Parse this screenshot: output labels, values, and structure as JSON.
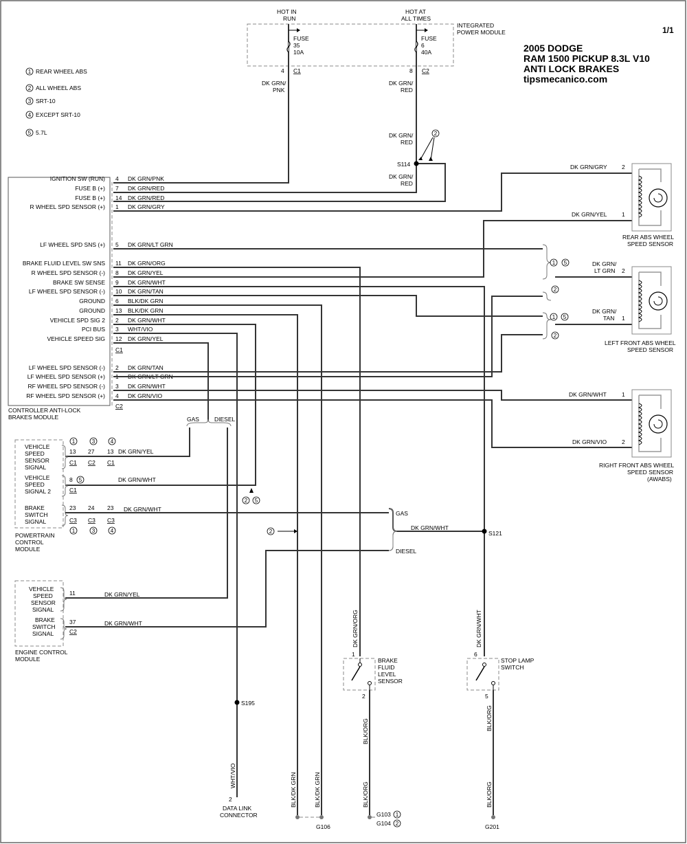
{
  "page_number": "1/1",
  "header": {
    "line1": "2005 DODGE",
    "line2": "RAM 1500 PICKUP 8.3L V10",
    "line3": "ANTI LOCK BRAKES",
    "site": "tipsmecanico.com"
  },
  "notes": [
    {
      "num": "1",
      "text": "REAR WHEEL ABS"
    },
    {
      "num": "2",
      "text": "ALL WHEEL ABS"
    },
    {
      "num": "3",
      "text": "SRT-10"
    },
    {
      "num": "4",
      "text": "EXCEPT SRT-10"
    },
    {
      "num": "5",
      "text": "5.7L"
    }
  ],
  "power": {
    "hot_run": [
      "HOT IN",
      "RUN"
    ],
    "hot_always": [
      "HOT AT",
      "ALL TIMES"
    ],
    "module": [
      "INTEGRATED",
      "POWER MODULE"
    ],
    "fuse35": [
      "FUSE",
      "35",
      "10A"
    ],
    "fuse6": [
      "FUSE",
      "6",
      "40A"
    ],
    "pin_left": "4",
    "conn_left": "C1",
    "pin_right": "8",
    "conn_right": "C2",
    "wire_left": [
      "DK GRN/",
      "PNK"
    ],
    "wire_right": [
      "DK GRN/",
      "RED"
    ],
    "wire_right2": [
      "DK GRN/",
      "RED"
    ],
    "wire_right3": [
      "DK GRN/",
      "RED"
    ],
    "splice_s114": "S114",
    "note2": "2"
  },
  "cab": {
    "name": [
      "CONTROLLER ANTI-LOCK",
      "BRAKES MODULE"
    ],
    "c1_pins": [
      {
        "label": "IGNITION SW (RUN)",
        "pin": "4",
        "wire": "DK GRN/PNK"
      },
      {
        "label": "FUSE B (+)",
        "pin": "7",
        "wire": "DK GRN/RED"
      },
      {
        "label": "FUSE B (+)",
        "pin": "14",
        "wire": "DK GRN/RED"
      },
      {
        "label": "R WHEEL SPD SENSOR (+)",
        "pin": "1",
        "wire": "DK GRN/GRY"
      },
      {
        "label": "LF WHEEL SPD SNS (+)",
        "pin": "5",
        "wire": "DK GRN/LT GRN"
      },
      {
        "label": "BRAKE FLUID LEVEL SW SNS",
        "pin": "11",
        "wire": "DK GRN/ORG"
      },
      {
        "label": "R WHEEL SPD SENSOR (-)",
        "pin": "8",
        "wire": "DK GRN/YEL"
      },
      {
        "label": "BRAKE SW SENSE",
        "pin": "9",
        "wire": "DK GRN/WHT"
      },
      {
        "label": "LF WHEEL SPD SENSOR (-)",
        "pin": "10",
        "wire": "DK GRN/TAN"
      },
      {
        "label": "GROUND",
        "pin": "6",
        "wire": "BLK/DK GRN"
      },
      {
        "label": "GROUND",
        "pin": "13",
        "wire": "BLK/DK GRN"
      },
      {
        "label": "VEHICLE SPD SIG 2",
        "pin": "2",
        "wire": "DK GRN/WHT"
      },
      {
        "label": "PCI BUS",
        "pin": "3",
        "wire": "WHT/VIO"
      },
      {
        "label": "VEHICLE SPEED SIG",
        "pin": "12",
        "wire": "DK GRN/YEL"
      }
    ],
    "c1_label": "C1",
    "c2_pins": [
      {
        "label": "LF WHEEL SPD SENSOR (-)",
        "pin": "2",
        "wire": "DK GRN/TAN"
      },
      {
        "label": "LF WHEEL SPD SENSOR (+)",
        "pin": "1",
        "wire": "DK GRN/LT GRN"
      },
      {
        "label": "RF WHEEL SPD SENSOR (-)",
        "pin": "3",
        "wire": "DK GRN/WHT"
      },
      {
        "label": "RF WHEEL SPD SENSOR (+)",
        "pin": "4",
        "wire": "DK GRN/VIO"
      }
    ],
    "c2_label": "C2"
  },
  "rear_sensor": {
    "name": [
      "REAR ABS WHEEL",
      "SPEED SENSOR"
    ],
    "pin2_wire": "DK GRN/GRY",
    "pin2": "2",
    "pin1_wire": "DK GRN/YEL",
    "pin1": "1"
  },
  "lf_sensor": {
    "name": [
      "LEFT FRONT ABS WHEEL",
      "SPEED SENSOR"
    ],
    "pin2_wire": [
      "DK GRN/",
      "LT GRN"
    ],
    "pin2": "2",
    "pin1_wire": [
      "DK GRN/",
      "TAN"
    ],
    "pin1": "1",
    "opt_a": [
      "1",
      "5"
    ],
    "opt_b": "2",
    "opt_c": [
      "1",
      "5"
    ],
    "opt_d": "2"
  },
  "rf_sensor": {
    "name": [
      "RIGHT FRONT ABS WHEEL",
      "SPEED SENSOR",
      "(AWABS)"
    ],
    "pin1_wire": "DK GRN/WHT",
    "pin1": "1",
    "pin2_wire": "DK GRN/VIO",
    "pin2": "2"
  },
  "gas_diesel": {
    "gas": "GAS",
    "diesel": "DIESEL"
  },
  "pcm": {
    "name": [
      "POWERTRAIN",
      "CONTROL",
      "MODULE"
    ],
    "top_opts": [
      "1",
      "3",
      "4"
    ],
    "bottom_opts": [
      "1",
      "3",
      "4"
    ],
    "vss": {
      "label": [
        "VEHICLE",
        "SPEED",
        "SENSOR",
        "SIGNAL"
      ],
      "pins": [
        "13",
        "27",
        "13"
      ],
      "conns": [
        "C1",
        "C2",
        "C1"
      ],
      "wire": "DK GRN/YEL"
    },
    "vss2": {
      "label": [
        "VEHICLE",
        "SPEED",
        "SIGNAL 2"
      ],
      "pin": "8",
      "opt": "5",
      "conn": "C1",
      "wire": "DK GRN/WHT"
    },
    "brake": {
      "label": [
        "BRAKE",
        "SWITCH",
        "SIGNAL"
      ],
      "pins": [
        "23",
        "24",
        "23"
      ],
      "conns": [
        "C3",
        "C3",
        "C3"
      ],
      "wire": "DK GRN/WHT"
    },
    "opt_below": [
      "2",
      "5"
    ]
  },
  "ecm": {
    "name": [
      "ENGINE CONTROL",
      "MODULE"
    ],
    "vss": {
      "label": [
        "VEHICLE",
        "SPEED",
        "SENSOR",
        "SIGNAL"
      ],
      "pin": "11",
      "wire": "DK GRN/YEL"
    },
    "brake": {
      "label": [
        "BRAKE",
        "SWITCH",
        "SIGNAL"
      ],
      "pin": "37",
      "conn": "C2",
      "wire": "DK GRN/WHT"
    }
  },
  "s121": {
    "label": "S121",
    "wire": "DK GRN/WHT",
    "gas": "GAS",
    "diesel": "DIESEL",
    "note": "2"
  },
  "bfl": {
    "name": [
      "BRAKE",
      "FLUID",
      "LEVEL",
      "SENSOR"
    ],
    "pin_top": "1",
    "pin_bottom": "2",
    "wire_top": "DK GRN/ORG",
    "wire_bottom": "BLK/ORG",
    "wire_bottom2": "BLK/ORG",
    "g103": "G103",
    "g103_opt": "1",
    "g104": "G104",
    "g104_opt": "2"
  },
  "stop_lamp": {
    "name": [
      "STOP LAMP",
      "SWITCH"
    ],
    "pin_top": "6",
    "pin_bottom": "5",
    "wire_top": "DK GRN/WHT",
    "wire_bottom": "BLK/ORG",
    "wire_bottom2": "BLK/ORG",
    "ground": "G201"
  },
  "dlc": {
    "name": [
      "DATA LINK",
      "CONNECTOR"
    ],
    "pin": "2",
    "wire": "WHT/VIO",
    "splice": "S195"
  },
  "ground106": {
    "label": "G106",
    "wire1": "BLK/DK GRN",
    "wire2": "BLK/DK GRN"
  }
}
